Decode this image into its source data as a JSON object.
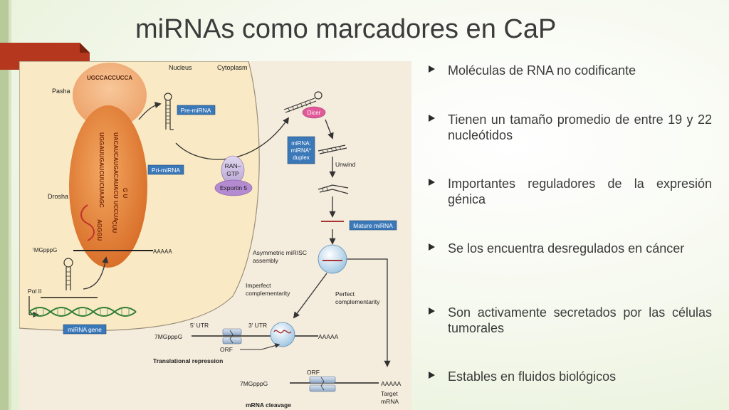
{
  "slide": {
    "title": "miRNAs como marcadores en CaP",
    "bullets": [
      "Moléculas de RNA no codificante",
      "Tienen un tamaño promedio de entre 19 y 22 nucleótidos",
      "Importantes reguladores de la expresión génica",
      "Se los encuentra desregulados en cáncer",
      "Son activamente secretados por las células tumorales",
      "Estables en fluidos biológicos"
    ]
  },
  "diagram": {
    "nucleus": "Nucleus",
    "cytoplasm": "Cytoplasm",
    "pasha": "Pasha",
    "drosha": "Drosha",
    "pre_mirna": "Pre-miRNA",
    "pri_mirna": "Pri-miRNA",
    "ran_gtp_1": "RAN–",
    "ran_gtp_2": "GTP",
    "exportin": "Exportin 5",
    "dicer": "Dicer",
    "duplex_1": "miRNA:",
    "duplex_2": "miRNA*",
    "duplex_3": "duplex",
    "unwind": "Unwind",
    "mature_mirna": "Mature miRNA",
    "risc_1": "Asymmetric miRISC",
    "risc_2": "assembly",
    "imperfect_1": "Imperfect",
    "imperfect_2": "complementarity",
    "perfect_1": "Perfect",
    "perfect_2": "complementarity",
    "cap_nucleus": "⁷MGpppG",
    "polya": "AAAAA",
    "pol2": "Pol II",
    "mirna_gene": "miRNA gene",
    "utr5": "5′ UTR",
    "utr3": "3′ UTR",
    "cap_repression": "7MGpppG",
    "orf": "ORF",
    "repression": "Translational repression",
    "cap_cleavage": "7MGpppG",
    "target_1": "Target",
    "target_2": "mRNA",
    "cleavage": "mRNA cleavage",
    "loop_seq": "UGCCACCUCCA",
    "stem_left": "UGGAUUGAUCUUCUAAGC",
    "stem_right": "UACAUCAUGACAUACU",
    "lower_left": "AGGGU",
    "lower_right": "UCCUA",
    "gu": "G U",
    "cuu": "CUU"
  },
  "colors": {
    "label_box": "#3b78b8",
    "nucleus_fill": "#f7e6be",
    "drosha": "#e5873c",
    "exportin": "#b48ad0",
    "accent": "#b5371e"
  }
}
